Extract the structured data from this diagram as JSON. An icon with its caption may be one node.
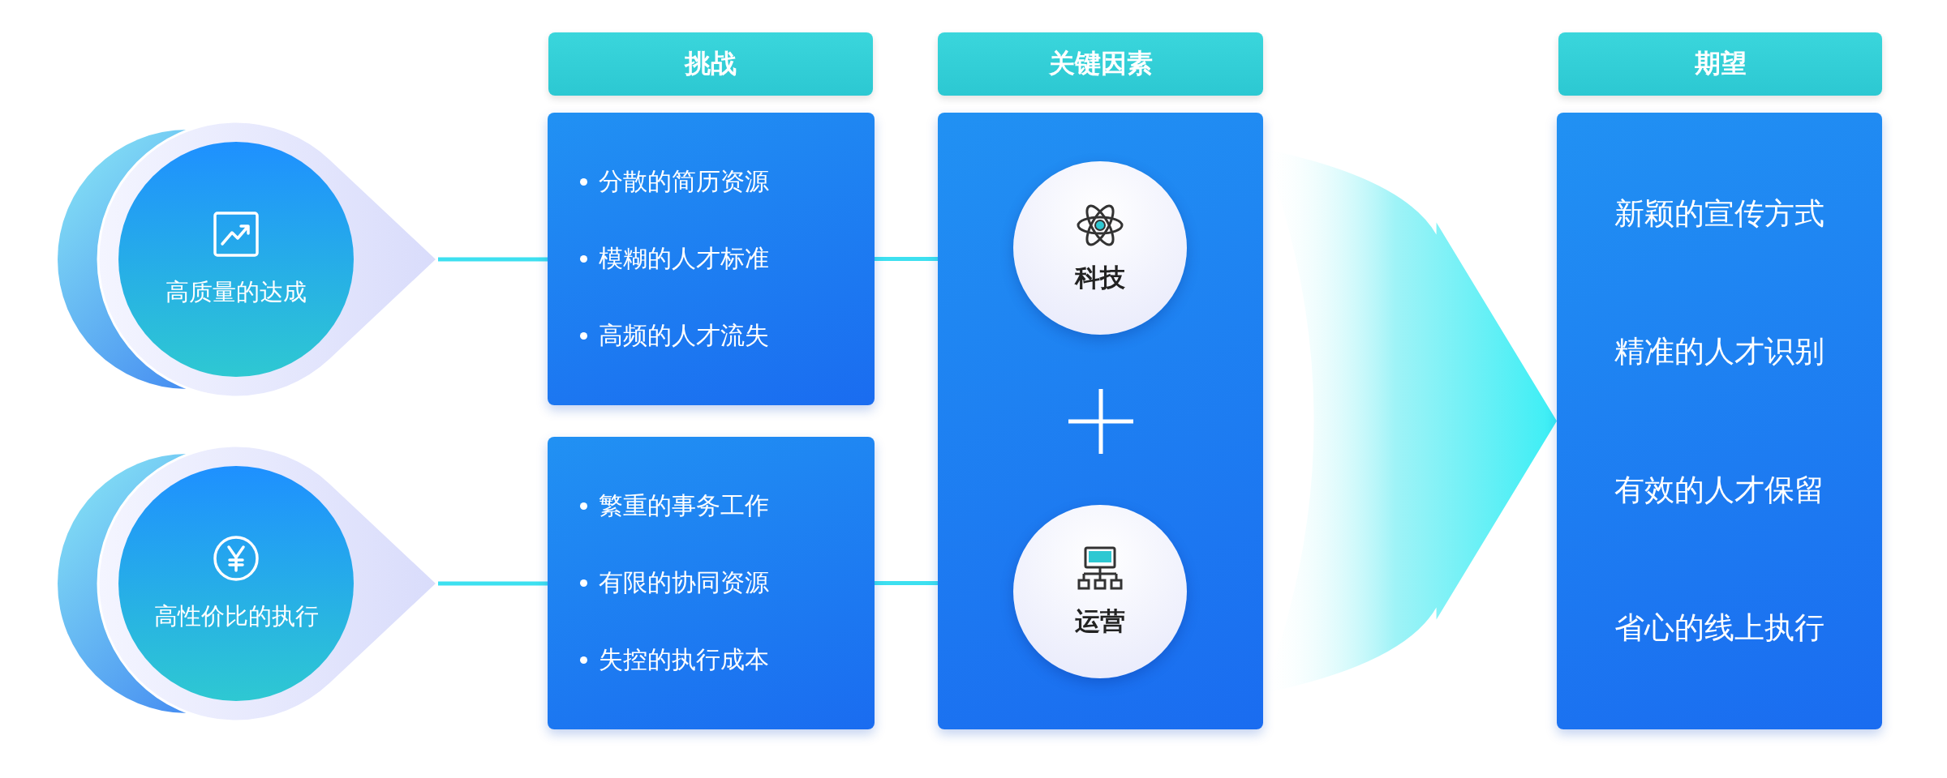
{
  "diagram": {
    "nodes": [
      {
        "text": [
          "高质量的达成"
        ]
      },
      {
        "text": [
          "高性价比的执行"
        ]
      },
      {
        "text": [
          "挑战"
        ]
      },
      {
        "text": [
          "分散的简历资源",
          "模糊的人才标准",
          "高频的人才流失"
        ]
      },
      {
        "text": [
          "繁重的事务工作",
          "有限的协同资源",
          "失控的执行成本"
        ]
      },
      {
        "text": [
          "关键因素"
        ]
      },
      {
        "text": [],
        "shape": "box"
      },
      {
        "text": [
          "科技"
        ],
        "in": 6
      },
      {
        "text": [
          "运营"
        ],
        "in": 6
      },
      {
        "text": [
          "期望"
        ]
      },
      {
        "text": [
          "新颖的宣传方式",
          "精准的人才识别",
          "有效的人才保留",
          "省心的线上执行"
        ]
      }
    ],
    "edges": [
      {
        "from": 0,
        "to": 3,
        "arrow": "none"
      },
      {
        "from": 1,
        "to": 4,
        "arrow": "none"
      },
      {
        "from": 3,
        "to": 6,
        "arrow": "none"
      },
      {
        "from": 4,
        "to": 6,
        "arrow": "none"
      },
      {
        "from": 6,
        "to": 10,
        "arrow": "to",
        "style": "thick"
      }
    ]
  }
}
